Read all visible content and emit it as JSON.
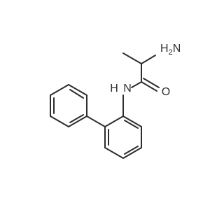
{
  "molecule": {
    "atoms": {
      "amine": {
        "symbol": "H",
        "subscript": "2",
        "suffix": "N"
      },
      "amide_nitrogen": {
        "symbol": "N",
        "hydrogen": "H"
      },
      "carbonyl_oxygen": {
        "symbol": "O"
      }
    },
    "bond_color": "#2d2d2d"
  }
}
